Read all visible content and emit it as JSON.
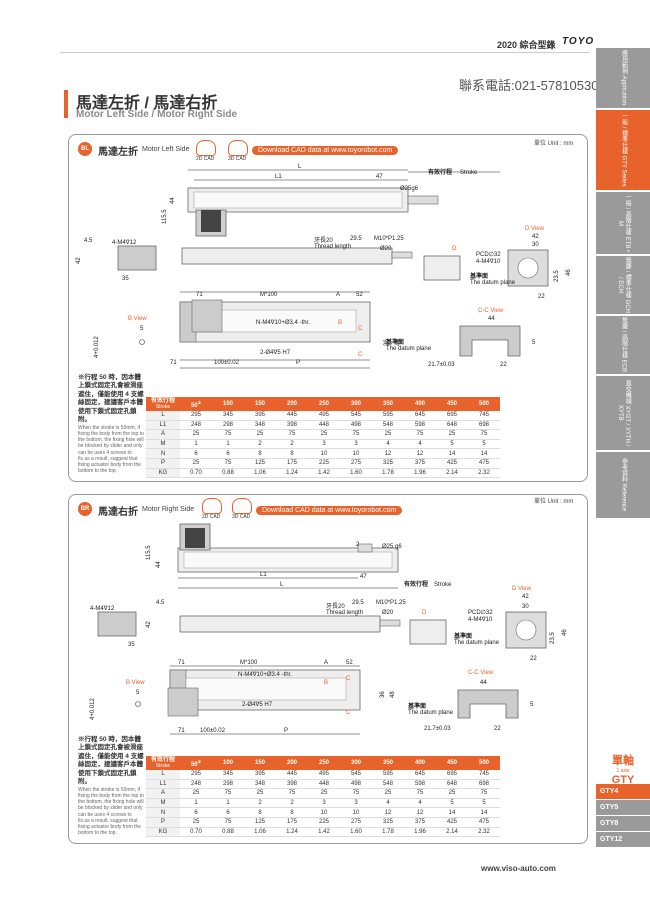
{
  "header": {
    "year_label": "2020 綜合型錄",
    "brand": "TOYO",
    "phone": "聯系電話:021-57810530"
  },
  "page_title": {
    "cn": "馬達左折 / 馬達右折",
    "en": "Motor Left Side / Motor Right Side"
  },
  "sidebar": {
    "items": [
      {
        "label": "應用範例 Application",
        "color": "#9a9a9a"
      },
      {
        "label": "一般 / 標準仕樣 GTY Series",
        "color": "#e8622b"
      },
      {
        "label": "一般 / 高階仕樣 ETB • M",
        "color": "#9a9a9a"
      },
      {
        "label": "無塵 / 標準仕樣 GCH / ECH",
        "color": "#9a9a9a"
      },
      {
        "label": "無塵 / 高階仕樣 ECB",
        "color": "#9a9a9a"
      },
      {
        "label": "直交機械 XYGT / XYTH / XYTB",
        "color": "#9a9a9a"
      },
      {
        "label": "參考資料 Reference",
        "color": "#9a9a9a"
      }
    ],
    "unit_box": {
      "cn": "單軸",
      "en": "1 axis",
      "model": "GTY"
    },
    "model_tabs": [
      {
        "label": "GTY4",
        "active": true
      },
      {
        "label": "GTY5",
        "active": false
      },
      {
        "label": "GTY8",
        "active": false
      },
      {
        "label": "GTY12",
        "active": false
      }
    ]
  },
  "sections": [
    {
      "badge": "BL",
      "title_cn": "馬達左折",
      "title_en": "Motor Left Side",
      "unit": "單位 Unit : mm",
      "cad_2d": "2D CAD",
      "cad_3d": "3D CAD",
      "download_btn": "Download CAD data at www.toyorobot.com",
      "labels": {
        "L": "L",
        "L1": "L1",
        "stroke_cn": "有效行程",
        "stroke_en": "Stroke",
        "d47": "47",
        "phi25": "Ø25g6",
        "d44": "44",
        "d1155": "115.5",
        "d45": "4.5",
        "m4x12": "4-M4∇12",
        "d42": "42",
        "d35": "35",
        "tooth_cn": "牙長20",
        "tooth_en": "Thread length",
        "d295": "29.5",
        "m10": "M10*P1.25",
        "phi20": "Ø20",
        "D": "D",
        "d_view": "D View",
        "pcd": "PCD∅32",
        "m4x10": "4-M4∇10",
        "d30": "30",
        "d235": "23.5",
        "d46": "46",
        "d22": "22",
        "datum_cn": "基準面",
        "datum_en": "The datum plane",
        "b_view": "B View",
        "B": "B",
        "C": "C",
        "d5": "5",
        "tol": "4+0.012",
        "d71": "71",
        "m100": "M*100",
        "A": "A",
        "d52": "52",
        "nm4": "N-M4∇10+Ø3.4 -thr.",
        "hole": "2-Ø4∇5 H7",
        "d100": "100±0.02",
        "P": "P",
        "d36": "36",
        "d48": "48",
        "cc_view": "C-C View",
        "d217": "21.7±0.03"
      },
      "note_cn": "※行程 50 時，因本體上鎖式固定孔會被滑座遮住，僅能使用 4 支螺絲固定，建議客戶本體使用下鎖式固定孔鎖附。",
      "note_en": "When the stroke is 50mm, if fixing the body from the top to the bottom, the fixing hole will be blocked by slider and only can be uses 4 screws to fix.as a result, suggest that fixing actuator body from the bottom to the top."
    },
    {
      "badge": "BR",
      "title_cn": "馬達右折",
      "title_en": "Motor Right Side",
      "unit": "單位 Unit : mm",
      "cad_2d": "2D CAD",
      "cad_3d": "3D CAD",
      "download_btn": "Download CAD data at www.toyorobot.com",
      "labels": {
        "L": "L",
        "L1": "L1",
        "stroke_cn": "有效行程",
        "stroke_en": "Stroke",
        "d47": "47",
        "phi25": "Ø25 g6",
        "d2": "2",
        "d44": "44",
        "d1155": "115.5",
        "d45": "4.5",
        "m4x12": "4-M4∇12",
        "d42": "42",
        "d35": "35",
        "tooth_cn": "牙長20",
        "tooth_en": "Thread length",
        "d295": "29.5",
        "m10": "M10*P1.25",
        "phi20": "Ø20",
        "D": "D",
        "d_view": "D View",
        "pcd": "PCD∅32",
        "m4x10": "4-M4∇10",
        "d30": "30",
        "d235": "23.5",
        "d46": "46",
        "d22": "22",
        "datum_cn": "基準面",
        "datum_en": "The datum plane",
        "b_view": "B View",
        "B": "B",
        "C": "C",
        "d5": "5",
        "tol": "4+0.012",
        "d71": "71",
        "m100": "M*100",
        "A": "A",
        "d52": "52",
        "nm4": "N-M4∇10+Ø3.4 -thr.",
        "hole": "2-Ø4∇5 H7",
        "d100": "100±0.02",
        "P": "P",
        "d36": "36",
        "d48": "48",
        "cc_view": "C-C View",
        "d217": "21.7±0.03"
      },
      "note_cn": "※行程 50 時，因本體上鎖式固定孔會被滑座遮住，僅能使用 4 支螺絲固定，建議客戶本體使用下鎖式固定孔鎖附。",
      "note_en": "When the stroke is 50mm, if fixing the body from the top to the bottom, the fixing hole will be blocked by slider and only can be uses 4 screws to fix.as a result, suggest that fixing actuator body from the bottom to the top."
    }
  ],
  "spec_table": {
    "header_cn": "有效行程",
    "header_en": "Stroke",
    "strokes": [
      "50",
      "100",
      "150",
      "200",
      "250",
      "300",
      "350",
      "400",
      "450",
      "500"
    ],
    "first_note_mark": "※",
    "rows": [
      {
        "label": "L",
        "values": [
          "295",
          "345",
          "395",
          "445",
          "495",
          "545",
          "595",
          "645",
          "695",
          "745"
        ]
      },
      {
        "label": "L1",
        "values": [
          "248",
          "298",
          "348",
          "398",
          "448",
          "498",
          "548",
          "598",
          "648",
          "698"
        ]
      },
      {
        "label": "A",
        "values": [
          "25",
          "75",
          "25",
          "75",
          "25",
          "75",
          "25",
          "75",
          "25",
          "75"
        ]
      },
      {
        "label": "M",
        "values": [
          "1",
          "1",
          "2",
          "2",
          "3",
          "3",
          "4",
          "4",
          "5",
          "5"
        ]
      },
      {
        "label": "N",
        "values": [
          "6",
          "6",
          "8",
          "8",
          "10",
          "10",
          "12",
          "12",
          "14",
          "14"
        ]
      },
      {
        "label": "P",
        "values": [
          "25",
          "75",
          "125",
          "175",
          "225",
          "275",
          "325",
          "375",
          "425",
          "475"
        ]
      },
      {
        "label": "KG",
        "values": [
          "0.70",
          "0.88",
          "1.06",
          "1.24",
          "1.42",
          "1.60",
          "1.78",
          "1.96",
          "2.14",
          "2.32"
        ]
      }
    ]
  },
  "footer": {
    "url": "www.viso-auto.com"
  }
}
